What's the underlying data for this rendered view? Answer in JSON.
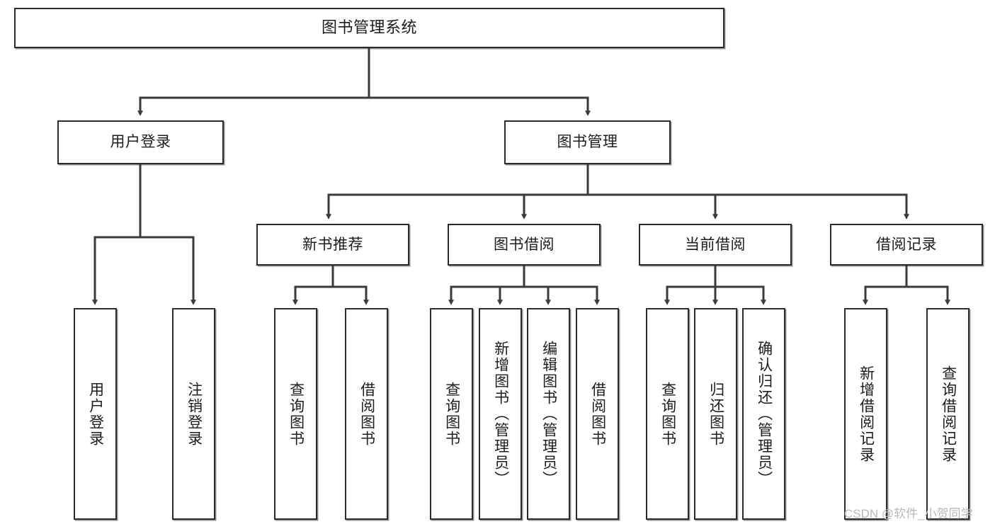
{
  "diagram": {
    "title": "图书管理系统",
    "type": "tree-hierarchy",
    "watermark": "CSDN @软件_小贺同学",
    "colors": {
      "background": "#ffffff",
      "box_border": "#2b2b2b",
      "box_fill": "#ffffff",
      "text": "#1c1c1c",
      "edge": "#3a3a3a",
      "watermark": "#b9b9b9"
    },
    "nodes": {
      "root": {
        "label": "图书管理系统"
      },
      "level2": [
        {
          "id": "user-login",
          "label": "用户登录"
        },
        {
          "id": "book-management",
          "label": "图书管理"
        }
      ],
      "level3": [
        {
          "id": "new-book-recommend",
          "label": "新书推荐"
        },
        {
          "id": "book-borrow",
          "label": "图书借阅"
        },
        {
          "id": "current-borrow",
          "label": "当前借阅"
        },
        {
          "id": "borrow-record",
          "label": "借阅记录"
        }
      ],
      "leaves": {
        "user_login": [
          {
            "id": "leaf-user-login",
            "label": "用户登录"
          },
          {
            "id": "leaf-logout-login",
            "label": "注销登录"
          }
        ],
        "new_book_recommend": [
          {
            "id": "leaf-query-book-1",
            "label": "查询图书"
          },
          {
            "id": "leaf-borrow-book-1",
            "label": "借阅图书"
          }
        ],
        "book_borrow": [
          {
            "id": "leaf-query-book-2",
            "label": "查询图书"
          },
          {
            "id": "leaf-add-book-admin",
            "label": "新增图书（管理员）"
          },
          {
            "id": "leaf-edit-book-admin",
            "label": "编辑图书（管理员）"
          },
          {
            "id": "leaf-borrow-book-2",
            "label": "借阅图书"
          }
        ],
        "current_borrow": [
          {
            "id": "leaf-query-book-3",
            "label": "查询图书"
          },
          {
            "id": "leaf-return-book",
            "label": "归还图书"
          },
          {
            "id": "leaf-confirm-return-admin",
            "label": "确认归还（管理员）"
          }
        ],
        "borrow_record": [
          {
            "id": "leaf-add-borrow-record",
            "label": "新增借阅记录"
          },
          {
            "id": "leaf-query-borrow-record",
            "label": "查询借阅记录"
          }
        ]
      }
    }
  }
}
